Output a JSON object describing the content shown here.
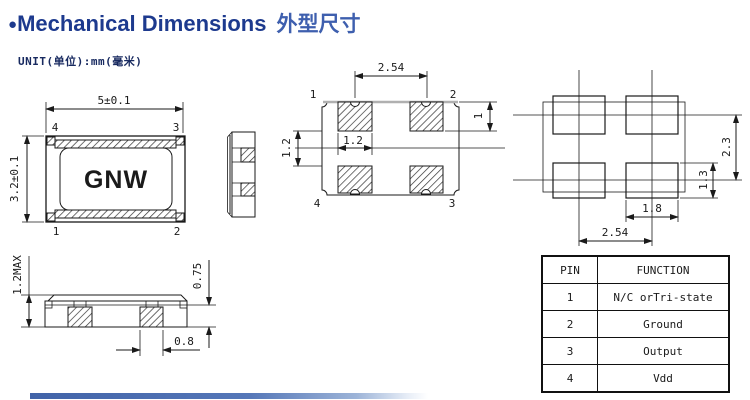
{
  "header": {
    "bullet": "●",
    "title_en": "Mechanical Dimensions",
    "title_zh": "外型尺寸",
    "unit_note": "UNIT(单位):mm(毫米)"
  },
  "top_view": {
    "marking": "GNW",
    "dim_width": "5±0.1",
    "dim_height": "3.2±0.1",
    "pin_top_left": "4",
    "pin_top_right": "3",
    "pin_bottom_left": "1",
    "pin_bottom_right": "2"
  },
  "bottom_view": {
    "dim_pitch": "2.54",
    "dim_pad_height": "1",
    "dim_pad_gap": "1.2",
    "dim_pad_width": "1.2",
    "pin_top_left": "1",
    "pin_top_right": "2",
    "pin_bottom_left": "4",
    "pin_bottom_right": "3"
  },
  "land_pattern": {
    "dim_row_pitch": "2.3",
    "dim_pad_height": "1.3",
    "dim_pad_width": "1.8",
    "dim_col_pitch": "2.54"
  },
  "profile_view": {
    "dim_max_height": "1.2MAX",
    "dim_base_height": "0.75",
    "dim_pad_width": "0.8"
  },
  "pin_table": {
    "headers": [
      "PIN",
      "FUNCTION"
    ],
    "rows": [
      [
        "1",
        "N/C orTri-state"
      ],
      [
        "2",
        "Ground"
      ],
      [
        "3",
        "Output"
      ],
      [
        "4",
        "Vdd"
      ]
    ]
  },
  "colors": {
    "title_navy": "#1d3a8e",
    "title_blue": "#3e5fae",
    "footer_blue": "#4163a8"
  }
}
